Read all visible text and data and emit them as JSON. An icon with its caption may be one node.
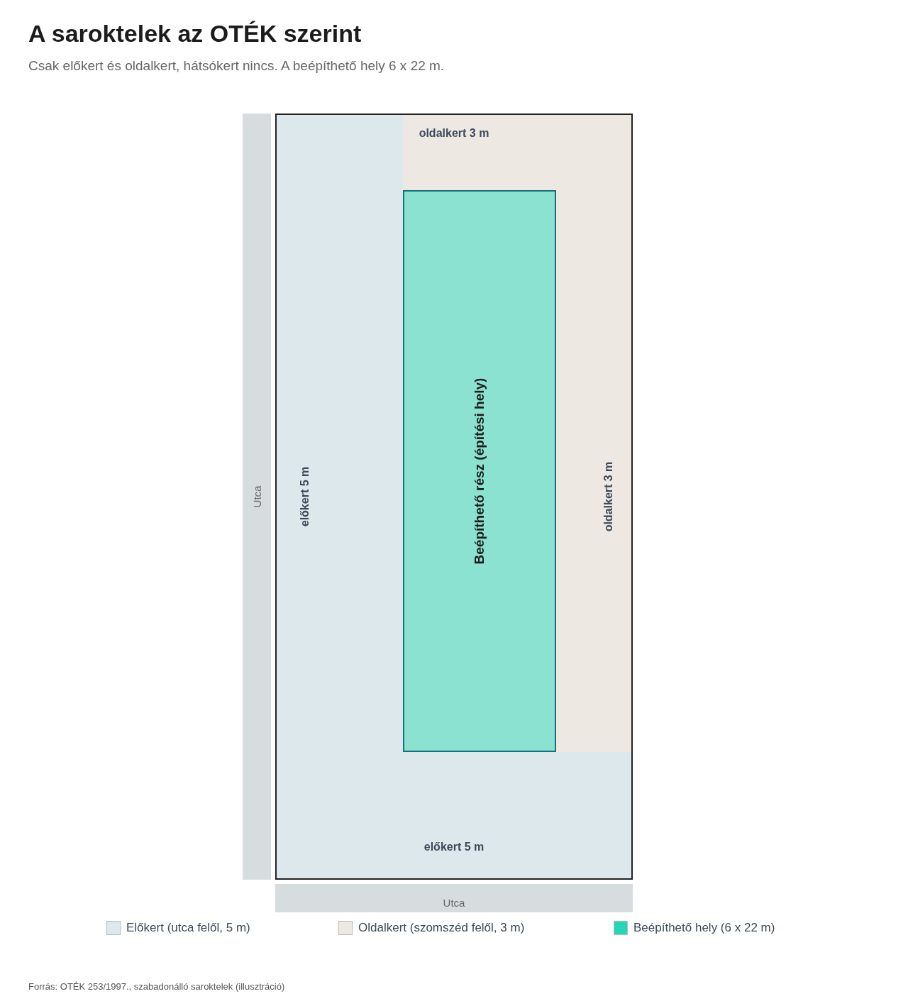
{
  "diagram": {
    "title": "A saroktelek az OTÉK szerint",
    "caption": "Forrás: OTÉK 253/1997., szabadonálló saroktelek (illusztráció)",
    "nodes": [
      {
        "text": [
          "Utca"
        ]
      },
      {
        "text": [],
        "shape": "box"
      },
      {
        "text": [
          "előkert 5 m",
          "előkert 5 m"
        ],
        "in": 1
      },
      {
        "text": [
          "oldalkert 3 m",
          "oldalkert 3 m"
        ],
        "in": 1
      },
      {
        "text": [
          "Beépíthető rész (építési hely)"
        ],
        "in": 3
      },
      {
        "text": [
          "Utca"
        ]
      }
    ],
    "edges": [],
    "labels": [
      "Csak előkert és oldalkert, hátsókert nincs. A beépíthető hely 6 x 22 m."
    ],
    "legend": [
      {
        "text": "Előkert (utca felől, 5 m)",
        "color": "#dce8ec"
      },
      {
        "text": "Oldalkert (szomszéd felől, 3 m)",
        "color": "#ede9e2"
      },
      {
        "text": "Beépíthető hely (6 x 22 m)",
        "color": "#22d6b6"
      }
    ]
  }
}
